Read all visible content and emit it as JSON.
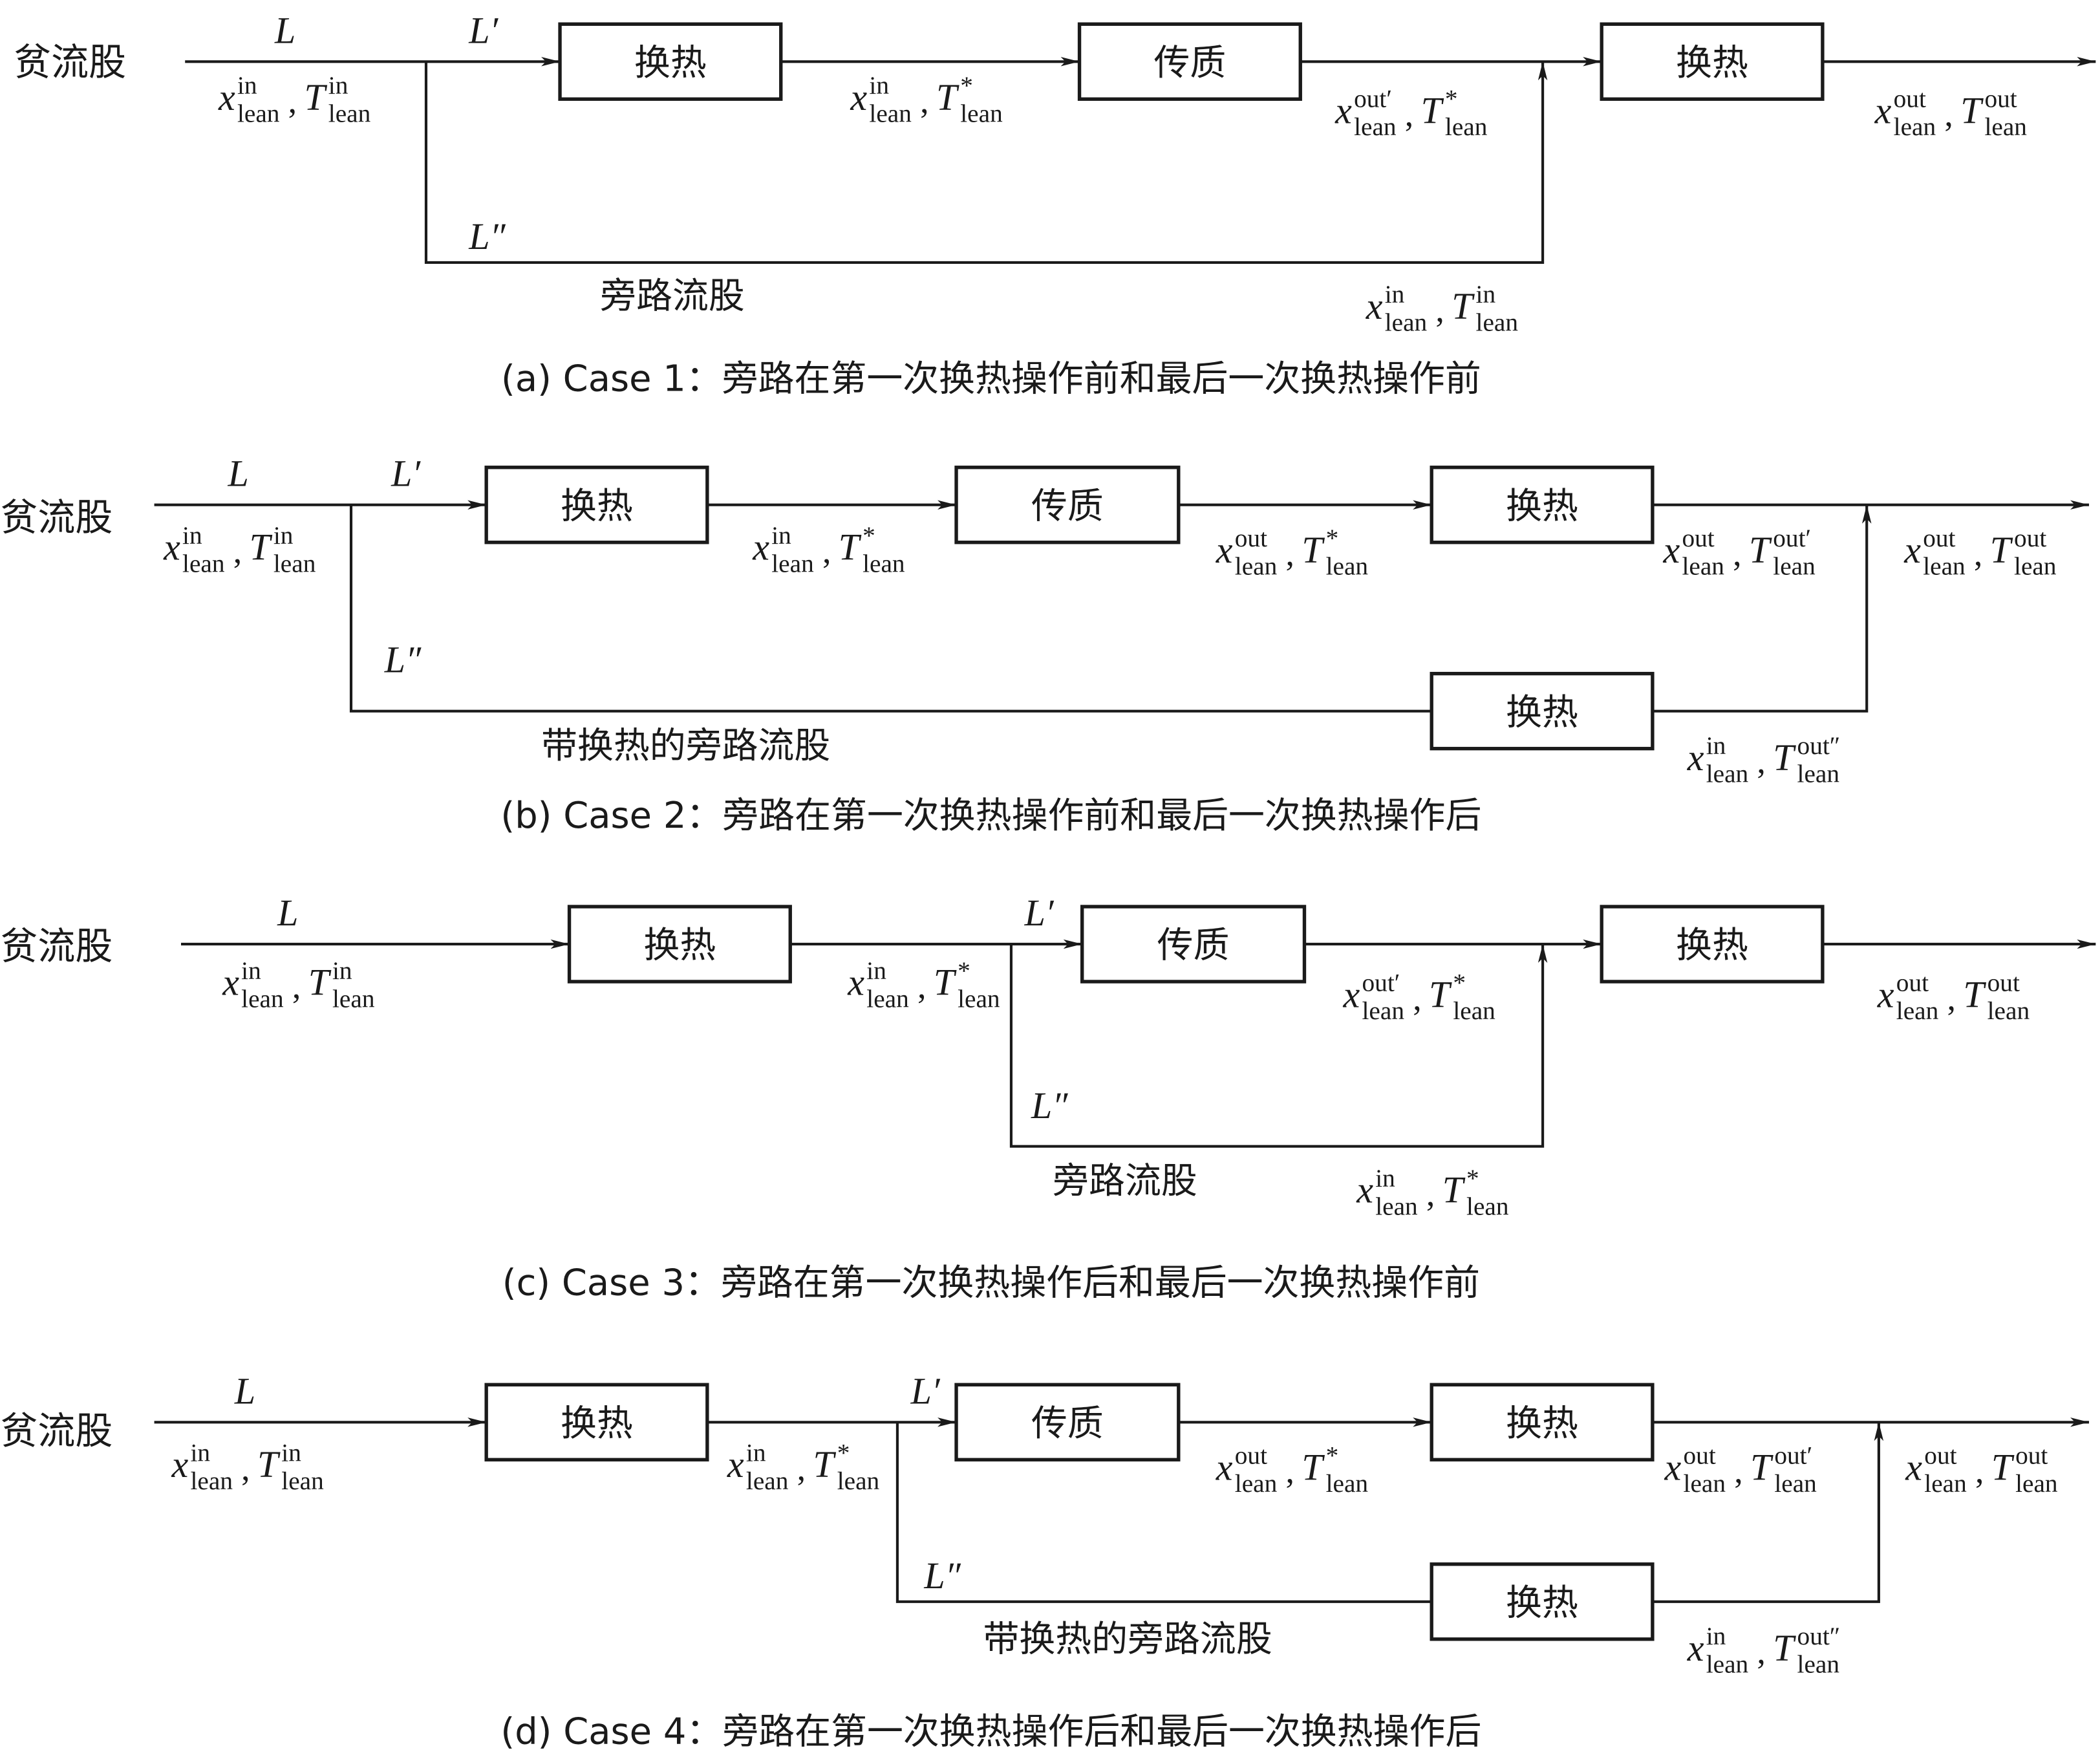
{
  "stream_label": "贫流股",
  "symbols": {
    "x": "x",
    "T": "T",
    "lean": "lean",
    "sep": ","
  },
  "panels": [
    {
      "L": "L",
      "Lp": "L′",
      "Lpp": "L″",
      "boxes": [
        "换热",
        "传质",
        "换热"
      ],
      "bypass_label": "旁路流股",
      "states": [
        {
          "x_sup": "in",
          "t_sup": "in"
        },
        {
          "x_sup": "in",
          "t_sup": "*"
        },
        {
          "x_sup": "out′",
          "t_sup": "*"
        },
        {
          "x_sup": "out",
          "t_sup": "out"
        },
        {
          "x_sup": "in",
          "t_sup": "in"
        }
      ],
      "caption": "(a) Case 1：旁路在第一次换热操作前和最后一次换热操作前"
    },
    {
      "L": "L",
      "Lp": "L′",
      "Lpp": "L″",
      "boxes": [
        "换热",
        "传质",
        "换热",
        "换热"
      ],
      "bypass_label": "带换热的旁路流股",
      "states": [
        {
          "x_sup": "in",
          "t_sup": "in"
        },
        {
          "x_sup": "in",
          "t_sup": "*"
        },
        {
          "x_sup": "out",
          "t_sup": "*"
        },
        {
          "x_sup": "out",
          "t_sup": "out′"
        },
        {
          "x_sup": "out",
          "t_sup": "out"
        },
        {
          "x_sup": "in",
          "t_sup": "out″"
        }
      ],
      "caption": "(b) Case 2：旁路在第一次换热操作前和最后一次换热操作后"
    },
    {
      "L": "L",
      "Lp": "L′",
      "Lpp": "L″",
      "boxes": [
        "换热",
        "传质",
        "换热"
      ],
      "bypass_label": "旁路流股",
      "states": [
        {
          "x_sup": "in",
          "t_sup": "in"
        },
        {
          "x_sup": "in",
          "t_sup": "*"
        },
        {
          "x_sup": "out′",
          "t_sup": "*"
        },
        {
          "x_sup": "out",
          "t_sup": "out"
        },
        {
          "x_sup": "in",
          "t_sup": "*"
        }
      ],
      "caption": "(c) Case 3：旁路在第一次换热操作后和最后一次换热操作前"
    },
    {
      "L": "L",
      "Lp": "L′",
      "Lpp": "L″",
      "boxes": [
        "换热",
        "传质",
        "换热",
        "换热"
      ],
      "bypass_label": "带换热的旁路流股",
      "states": [
        {
          "x_sup": "in",
          "t_sup": "in"
        },
        {
          "x_sup": "in",
          "t_sup": "*"
        },
        {
          "x_sup": "out",
          "t_sup": "*"
        },
        {
          "x_sup": "out",
          "t_sup": "out′"
        },
        {
          "x_sup": "out",
          "t_sup": "out"
        },
        {
          "x_sup": "in",
          "t_sup": "out″"
        }
      ],
      "caption": "(d) Case 4：旁路在第一次换热操作后和最后一次换热操作后"
    }
  ]
}
